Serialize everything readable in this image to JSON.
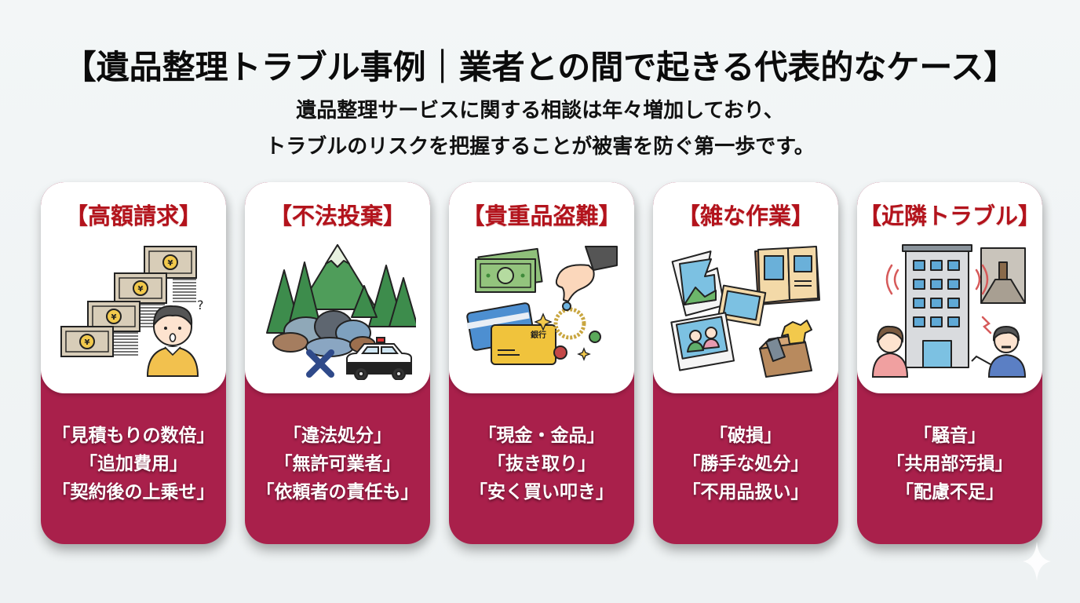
{
  "header": {
    "title": "【遺品整理トラブル事例｜業者との間で起きる代表的なケース】",
    "subtitle_lines": [
      "遺品整理サービスに関する相談は年々増加しており、",
      "トラブルのリスクを把握することが被害を防ぐ第一歩です。"
    ]
  },
  "colors": {
    "background": "#f1f4f5",
    "card_red": "#a9204b",
    "card_title_red": "#b3131c",
    "card_top": "#ffffff"
  },
  "cards": [
    {
      "title": "【高額請求】",
      "illustration": "yen-banknotes-surprised-person-icon",
      "lines": [
        "「見積もりの数倍」",
        "「追加費用」",
        "「契約後の上乗せ」"
      ]
    },
    {
      "title": "【不法投棄】",
      "illustration": "dumped-garbage-forest-police-car-icon",
      "lines": [
        "「違法処分」",
        "「無許可業者」",
        "「依頼者の責任も」"
      ]
    },
    {
      "title": "【貴重品盗難】",
      "illustration": "cash-cards-jewelry-stealing-hand-icon",
      "card_label": "銀行",
      "lines": [
        "「現金・金品」",
        "「抜き取り」",
        "「安く買い叩き」"
      ]
    },
    {
      "title": "【雑な作業】",
      "illustration": "torn-photos-album-box-icon",
      "lines": [
        "「破損」",
        "「勝手な処分」",
        "「不用品扱い」"
      ]
    },
    {
      "title": "【近隣トラブル】",
      "illustration": "apartment-noise-angry-neighbor-icon",
      "lines": [
        "「騒音」",
        "「共用部汚損」",
        "「配慮不足」"
      ]
    }
  ]
}
